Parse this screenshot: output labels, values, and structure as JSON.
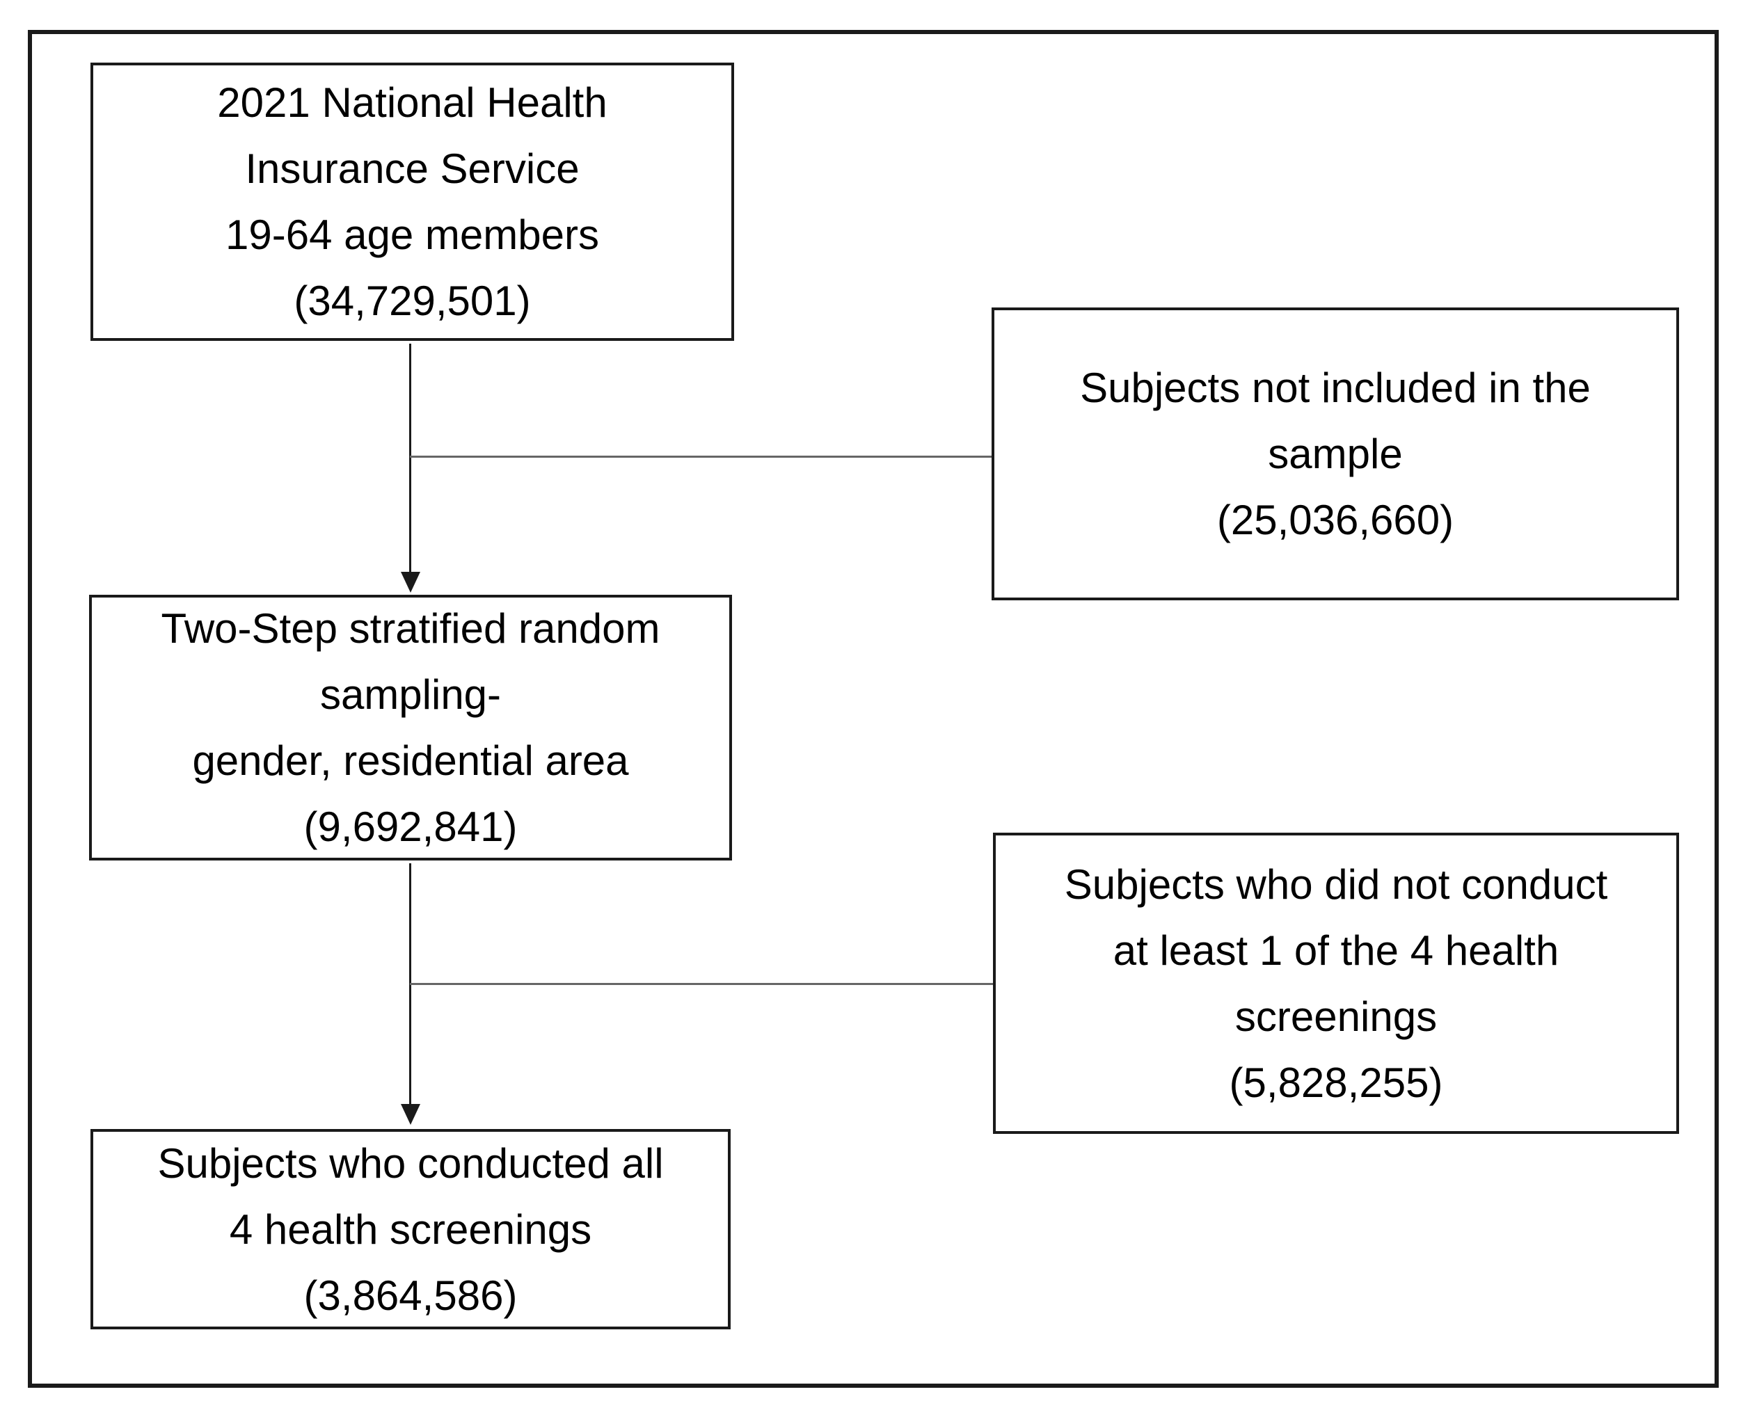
{
  "diagram": {
    "type": "flowchart",
    "background": "#ffffff",
    "box_border_color": "#1a1a1a",
    "vertical_connector_color": "#1a1a1a",
    "horizontal_connector_color": "#666666",
    "arrow_color": "#1a1a1a",
    "text_color": "#000000",
    "nodes": {
      "population": {
        "lines": [
          "2021 National Health",
          "Insurance Service",
          "19-64 age members",
          "(34,729,501)"
        ],
        "count": 34729501
      },
      "not_sampled": {
        "lines": [
          "Subjects not included in the",
          "sample",
          "(25,036,660)"
        ],
        "count": 25036660
      },
      "sampling": {
        "lines": [
          "Two-Step stratified random",
          "sampling-",
          "gender, residential area",
          "(9,692,841)"
        ],
        "count": 9692841
      },
      "no_screening": {
        "lines": [
          "Subjects who did not conduct",
          "at least 1 of the 4 health",
          "screenings",
          "(5,828,255)"
        ],
        "count": 5828255
      },
      "final_sample": {
        "lines": [
          "Subjects who conducted all",
          "4 health screenings",
          "(3,864,586)"
        ],
        "count": 3864586
      }
    }
  }
}
